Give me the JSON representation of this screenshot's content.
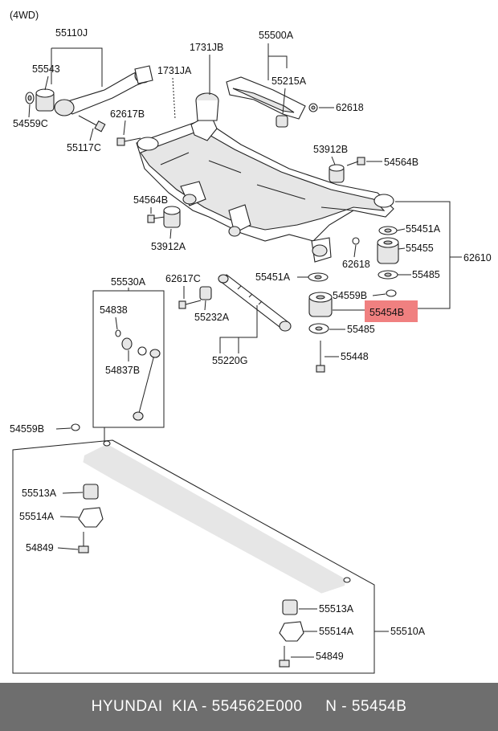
{
  "variant": "(4WD)",
  "labels": {
    "l55110J": "55110J",
    "l55543": "55543",
    "l54559C": "54559C",
    "l55117C": "55117C",
    "l1731JB": "1731JB",
    "l1731JA": "1731JA",
    "l62617B": "62617B",
    "l55500A": "55500A",
    "l55215A": "55215A",
    "l62618a": "62618",
    "l53912B": "53912B",
    "l54564Ba": "54564B",
    "l54564Bb": "54564B",
    "l53912A": "53912A",
    "l55451Aa": "55451A",
    "l55455": "55455",
    "l62610": "62610",
    "l62618b": "62618",
    "l55485a": "55485",
    "l55451Ab": "55451A",
    "l54559B": "54559B",
    "l55454B": "55454B",
    "l55485b": "55485",
    "l55448": "55448",
    "l55530A": "55530A",
    "l62617C": "62617C",
    "l54838": "54838",
    "l55232A": "55232A",
    "l54837B": "54837B",
    "l55220G": "55220G",
    "l54559B2": "54559B",
    "l55513Aa": "55513A",
    "l55514Aa": "55514A",
    "l54849a": "54849",
    "l55513Ab": "55513A",
    "l55514Ab": "55514A",
    "l55510A": "55510A",
    "l54849b": "54849"
  },
  "highlight_color": "#f08080",
  "footer": "HYUNDAI  KIA - 554562E000     N - 55454B"
}
